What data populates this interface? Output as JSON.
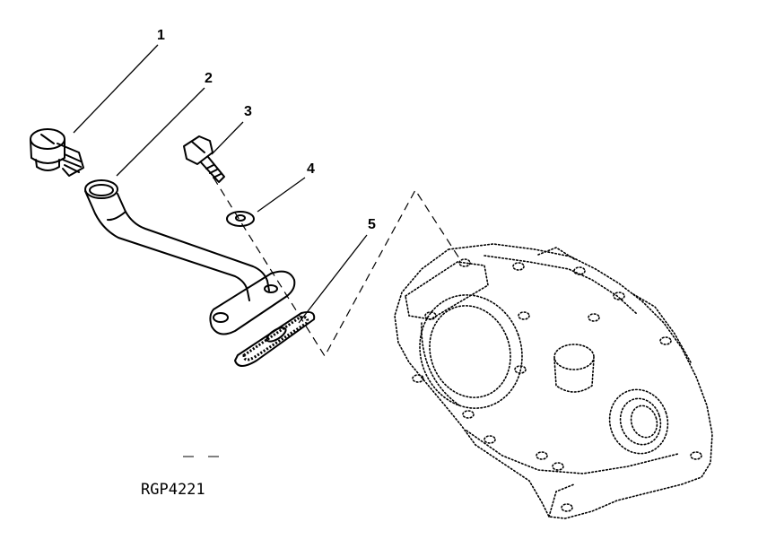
{
  "figure_id": "RGP4221",
  "callouts": [
    {
      "label": "1",
      "part": "plug"
    },
    {
      "label": "2",
      "part": "oil-pipe"
    },
    {
      "label": "3",
      "part": "cap-screw"
    },
    {
      "label": "4",
      "part": "washer"
    },
    {
      "label": "5",
      "part": "gasket"
    }
  ]
}
